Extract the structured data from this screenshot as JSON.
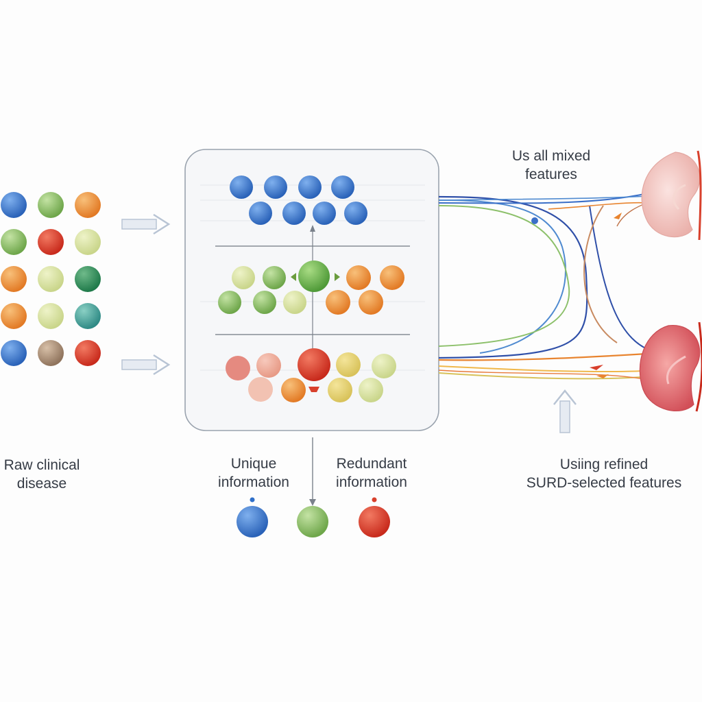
{
  "labels": {
    "raw": {
      "line1": "Raw clinical",
      "line2": "disease"
    },
    "unique": {
      "line1": "Unique",
      "line2": "information"
    },
    "redundant": {
      "line1": "Redundant",
      "line2": "information"
    },
    "mixed": {
      "line1": "Us all mixed",
      "line2": "features"
    },
    "refined": {
      "line1": "Usiing refined",
      "line2": "SURD-selected features"
    }
  },
  "colors": {
    "blue": "#2f6fc9",
    "green": "#7db05a",
    "red": "#d8402c",
    "orange": "#e8842f",
    "kidney_top": "#f3c2c0",
    "kidney_bottom": "#e0626a",
    "arrow": "#b8c4d4",
    "panel_border": "#9aa3ae"
  },
  "raw_feature_colors": [
    [
      "#2f6fc9",
      "#8fbf6a",
      "#e8842f"
    ],
    [
      "#86b65a",
      "#d8302c",
      "#b7d18c"
    ],
    [
      "#e8842f",
      "#c9d88f",
      "#2e8a5a"
    ],
    [
      "#e8842f",
      "#a8c46e",
      "#3f9a93"
    ],
    [
      "#2f6fc9",
      "#a98c76",
      "#d8302c"
    ]
  ],
  "legend_icons": [
    "blue-dot-icon",
    "green-dot-icon",
    "red-dot-icon"
  ]
}
